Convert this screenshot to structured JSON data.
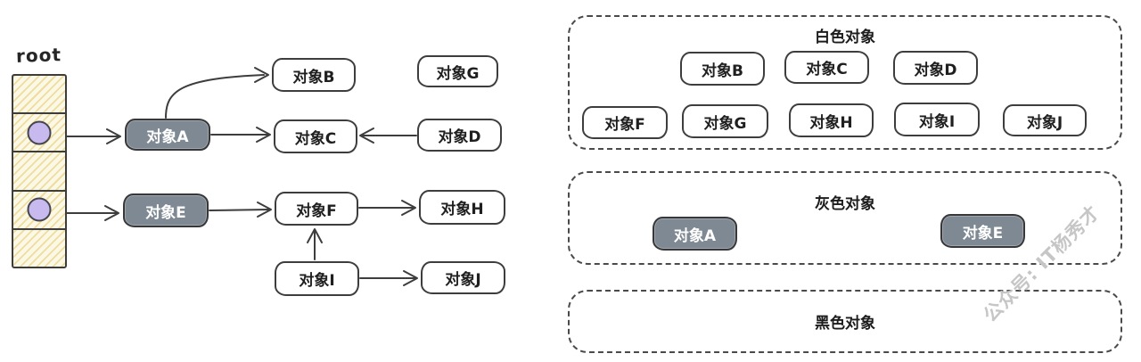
{
  "left_graph": {
    "root_label": "root",
    "root_slot_count": 5,
    "pointer_slots": [
      2,
      4
    ],
    "nodes": [
      {
        "id": "A",
        "label": "对象A",
        "state": "gray"
      },
      {
        "id": "B",
        "label": "对象B",
        "state": "white"
      },
      {
        "id": "C",
        "label": "对象C",
        "state": "white"
      },
      {
        "id": "D",
        "label": "对象D",
        "state": "white"
      },
      {
        "id": "E",
        "label": "对象E",
        "state": "gray"
      },
      {
        "id": "F",
        "label": "对象F",
        "state": "white"
      },
      {
        "id": "G",
        "label": "对象G",
        "state": "white"
      },
      {
        "id": "H",
        "label": "对象H",
        "state": "white"
      },
      {
        "id": "I",
        "label": "对象I",
        "state": "white"
      },
      {
        "id": "J",
        "label": "对象J",
        "state": "white"
      }
    ],
    "edges": [
      {
        "from": "root-slot-2",
        "to": "A"
      },
      {
        "from": "root-slot-4",
        "to": "E"
      },
      {
        "from": "A",
        "to": "B"
      },
      {
        "from": "A",
        "to": "C"
      },
      {
        "from": "D",
        "to": "C"
      },
      {
        "from": "E",
        "to": "F"
      },
      {
        "from": "F",
        "to": "H"
      },
      {
        "from": "I",
        "to": "F"
      },
      {
        "from": "I",
        "to": "J"
      }
    ]
  },
  "panels": {
    "white": {
      "title": "白色对象",
      "members": [
        "对象B",
        "对象C",
        "对象D",
        "对象F",
        "对象G",
        "对象H",
        "对象I",
        "对象J"
      ]
    },
    "gray": {
      "title": "灰色对象",
      "members": [
        "对象A",
        "对象E"
      ]
    },
    "black": {
      "title": "黑色对象",
      "members": []
    }
  },
  "watermark_text": "公众号: IT杨秀才",
  "colors": {
    "gray_node_fill": "#7e8993",
    "node_border": "#3d3d3d",
    "root_stack_fill": "#fcf8e6",
    "root_stack_hatch": "#e9d486",
    "pointer_circle": "#c8baee",
    "dashed_panel_border": "#4a4a4a",
    "watermark": "#c6c6c6"
  }
}
